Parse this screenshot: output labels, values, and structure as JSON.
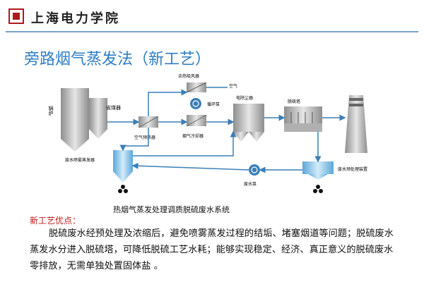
{
  "header": {
    "school_name": "上海电力学院"
  },
  "title": "旁路烟气蒸发法（新工艺）",
  "diagram": {
    "labels": {
      "boiler": "锅炉",
      "economizer": "省煤器",
      "waste_heater": "余热吸风器",
      "air": "空气",
      "circ_pump": "循环泵",
      "esp": "电除尘器",
      "desulf_tower": "脱硫塔",
      "air_preheater": "空气预热器",
      "flue_cooler": "烟气冷却器",
      "spray_evap": "废水喷雾蒸发器",
      "waste_pump": "废水泵",
      "pretreat": "废水预处理装置"
    },
    "caption": "热烟气蒸发处理调质脱硫废水系统"
  },
  "advantages": {
    "title": "新工艺优点：",
    "text": "脱硫废水经预处理及浓缩后，避免喷雾蒸发过程的结垢、堵塞烟道等问题；脱硫废水蒸发水分进入脱硫塔，可降低脱硫工艺水耗；能够实现稳定、经济、真正意义的脱硫废水零排放，无需单独处置固体盐 。"
  },
  "colors": {
    "title": "#2e7ec3",
    "advantage_title": "#c01818",
    "pipe": "#3b7fb8"
  }
}
